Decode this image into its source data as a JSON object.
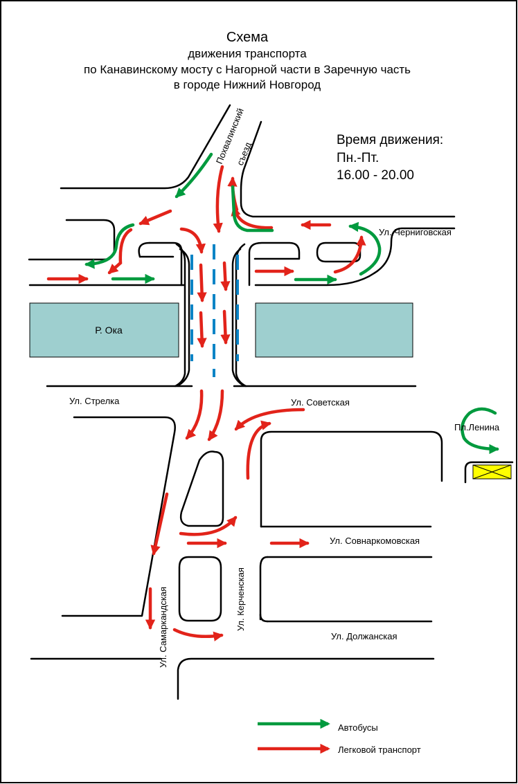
{
  "title": {
    "line1": "Схема",
    "line2": "движения транспорта",
    "line3": "по Канавинскому мосту с Нагорной части в Заречную часть",
    "line4": "в городе Нижний Новгород"
  },
  "schedule": {
    "heading": "Время движения:",
    "days": "Пн.-Пт.",
    "hours": "16.00 - 20.00"
  },
  "streets": {
    "pokhvalinsky_1": "Похвалинский",
    "pokhvalinsky_2": "съезд",
    "chernigovskaya": "Ул. Черниговская",
    "river": "Р. Ока",
    "strelka": "Ул. Стрелка",
    "sovetskaya": "Ул. Советская",
    "lenin_square": "Пл.Ленина",
    "sovnarkomovskaya": "Ул. Совнаркомовская",
    "kerchenskaya": "Ул. Керченская",
    "samarkandskaya": "Ул. Самаркандская",
    "dolzhanskaya": "Ул. Должанская"
  },
  "legend": {
    "bus": "Автобусы",
    "car": "Легковой транспорт"
  },
  "colors": {
    "bus": "#009a3e",
    "car": "#e2231a",
    "river": "#9ecfcf",
    "lane": "#0b84c6",
    "barrier": "#ffff00"
  }
}
